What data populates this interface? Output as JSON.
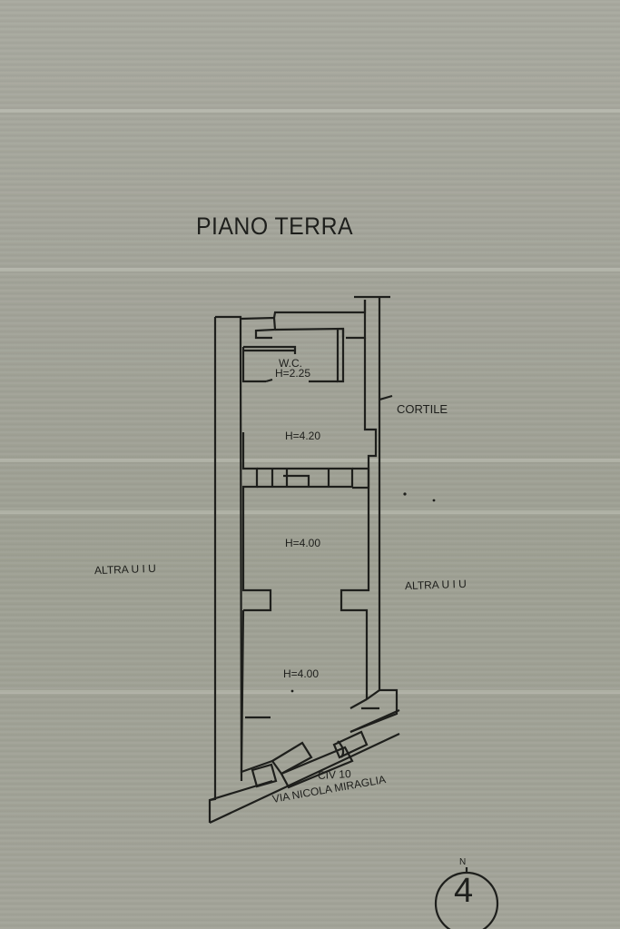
{
  "plan": {
    "title": "PIANO TERRA",
    "cortile_label": "CORTILE",
    "neighbor_left_label": "ALTRA U I U",
    "neighbor_right_label": "ALTRA U I U",
    "rooms": [
      {
        "name": "W.C.",
        "height": "H=2.25"
      },
      {
        "name": "",
        "height": "H=4.20"
      },
      {
        "name": "",
        "height": "H=4.00"
      },
      {
        "name": "",
        "height": "H=4.00"
      }
    ],
    "civic_number": "CIV 10",
    "street": "VIA NICOLA MIRAGLIA",
    "north": {
      "letter": "N",
      "number": "4"
    }
  },
  "colors": {
    "paper": "#a4a59b",
    "ink": "#1e1f1c"
  }
}
